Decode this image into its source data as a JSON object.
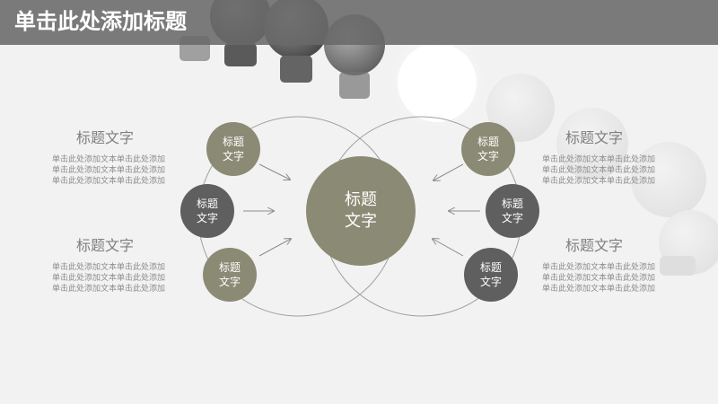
{
  "slide": {
    "title": "单击此处添加标题"
  },
  "center": {
    "line1": "标题",
    "line2": "文字"
  },
  "nodes": {
    "left_top": {
      "line1": "标题",
      "line2": "文字"
    },
    "left_mid": {
      "line1": "标题",
      "line2": "文字"
    },
    "left_bottom": {
      "line1": "标题",
      "line2": "文字"
    },
    "right_top": {
      "line1": "标题",
      "line2": "文字"
    },
    "right_mid": {
      "line1": "标题",
      "line2": "文字"
    },
    "right_bottom": {
      "line1": "标题",
      "line2": "文字"
    }
  },
  "side_blocks": {
    "top_left": {
      "title": "标题文字",
      "lines": [
        "单击此处添加文本单击此处添加",
        "单击此处添加文本单击此处添加",
        "单击此处添加文本单击此处添加"
      ]
    },
    "bottom_left": {
      "title": "标题文字",
      "lines": [
        "单击此处添加文本单击此处添加",
        "单击此处添加文本单击此处添加",
        "单击此处添加文本单击此处添加"
      ]
    },
    "top_right": {
      "title": "标题文字",
      "lines": [
        "单击此处添加文本单击此处添加",
        "单击此处添加文本单击此处添加",
        "单击此处添加文本单击此处添加"
      ]
    },
    "bottom_right": {
      "title": "标题文字",
      "lines": [
        "单击此处添加文本单击此处添加",
        "单击此处添加文本单击此处添加",
        "单击此处添加文本单击此处添加"
      ]
    }
  },
  "colors": {
    "olive": "#8b8a74",
    "dark": "#5f5f5f",
    "title_bar": "#696969",
    "connector": "#8c8c8c"
  }
}
